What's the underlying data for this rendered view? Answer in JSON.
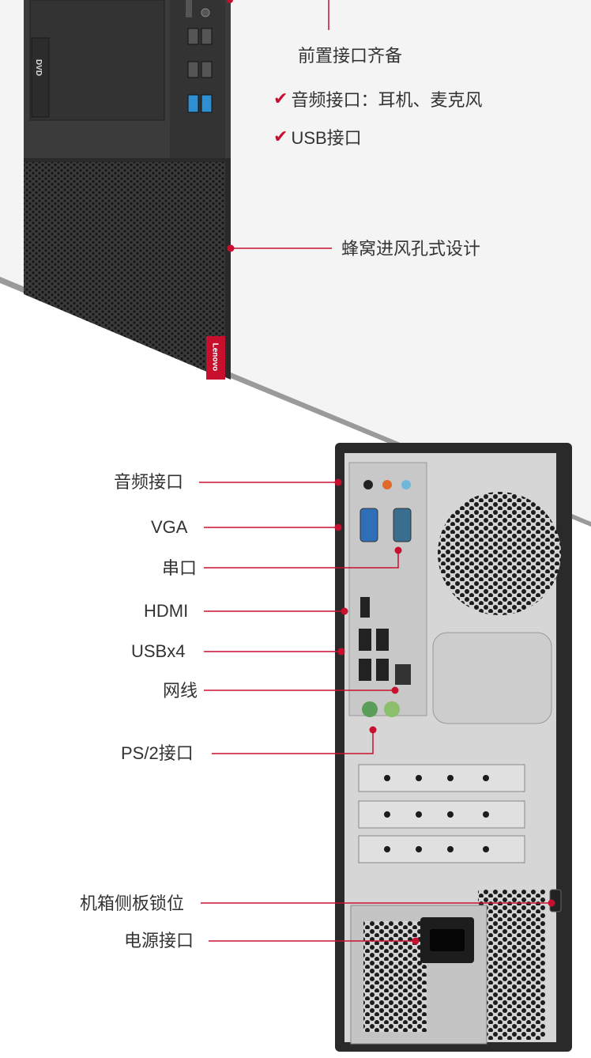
{
  "front": {
    "features_title": "前置接口齐备",
    "features": [
      "音频接口：耳机、麦克风",
      "USB接口"
    ],
    "ventilation": "蜂窝进风孔式设计",
    "brand": "Lenovo",
    "dvd_logo": "DVD"
  },
  "rear": {
    "callouts": [
      "音频接口",
      "VGA",
      "串口",
      "HDMI",
      "USBx4",
      "网线",
      "PS/2接口",
      "机箱侧板锁位",
      "电源接口"
    ]
  },
  "colors": {
    "accent": "#c8102e",
    "chassis": "#2b2b2b",
    "panel": "#d9d9d9"
  }
}
